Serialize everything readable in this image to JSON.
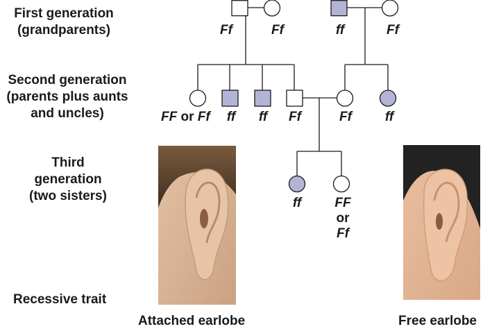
{
  "labels": {
    "first_generation": [
      "First generation",
      "(grandparents)"
    ],
    "second_generation": [
      "Second generation",
      "(parents plus aunts",
      "and uncles)"
    ],
    "third_generation": [
      "Third",
      "generation",
      "(two sisters)"
    ],
    "trait": "Recessive trait"
  },
  "colors": {
    "affected_fill": "#b3b3d6",
    "unaffected_fill": "#ffffff",
    "line": "#1a1a1a"
  },
  "pedigree": {
    "generation1": [
      {
        "id": "g1-grandfather-left",
        "sex": "male",
        "affected": false,
        "genotype": "Ff"
      },
      {
        "id": "g1-grandmother-left",
        "sex": "female",
        "affected": false,
        "genotype": "Ff"
      },
      {
        "id": "g1-grandfather-right",
        "sex": "male",
        "affected": true,
        "genotype": "ff"
      },
      {
        "id": "g1-grandmother-right",
        "sex": "female",
        "affected": false,
        "genotype": "Ff"
      }
    ],
    "generation2": [
      {
        "id": "g2-aunt",
        "sex": "female",
        "affected": false,
        "genotype": "FF or Ff"
      },
      {
        "id": "g2-uncle-1",
        "sex": "male",
        "affected": true,
        "genotype": "ff"
      },
      {
        "id": "g2-uncle-2",
        "sex": "male",
        "affected": true,
        "genotype": "ff"
      },
      {
        "id": "g2-father",
        "sex": "male",
        "affected": false,
        "genotype": "Ff"
      },
      {
        "id": "g2-mother",
        "sex": "female",
        "affected": false,
        "genotype": "Ff"
      },
      {
        "id": "g2-aunt-right",
        "sex": "female",
        "affected": true,
        "genotype": "ff"
      }
    ],
    "generation3": [
      {
        "id": "g3-sister-1",
        "sex": "female",
        "affected": true,
        "genotype": "ff"
      },
      {
        "id": "g3-sister-2",
        "sex": "female",
        "affected": false,
        "genotype": "FF or Ff"
      }
    ]
  },
  "genotype_text": {
    "g1_1": "Ff",
    "g1_2": "Ff",
    "g1_3": "ff",
    "g1_4": "Ff",
    "g2_1a": "FF",
    "g2_1or": "or",
    "g2_1b": "Ff",
    "g2_2": "ff",
    "g2_3": "ff",
    "g2_4": "Ff",
    "g2_5": "Ff",
    "g2_6": "ff",
    "g3_1": "ff",
    "g3_2a": "FF",
    "g3_2or": "or",
    "g3_2b": "Ff"
  },
  "photos": {
    "attached": {
      "caption": "Attached earlobe",
      "hair": "#5a4330",
      "skin": "#d9b394"
    },
    "free": {
      "caption": "Free earlobe",
      "hair": "#1e1e1e",
      "skin": "#e2b394"
    }
  }
}
